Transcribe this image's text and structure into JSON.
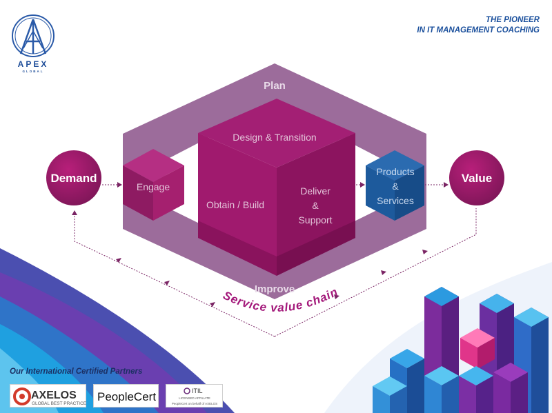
{
  "brand": {
    "name": "APEX",
    "sub": "GLOBAL",
    "tagline_line1": "THE PIONEER",
    "tagline_line2": "IN IT MANAGEMENT COACHING"
  },
  "diagram": {
    "plan": "Plan",
    "improve": "Improve",
    "demand": "Demand",
    "value": "Value",
    "engage": "Engage",
    "design_transition": "Design & Transition",
    "obtain_build": "Obtain / Build",
    "deliver_1": "Deliver",
    "deliver_2": "&",
    "deliver_3": "Support",
    "products_1": "Products",
    "products_2": "&",
    "products_3": "Services",
    "chain_label": "Service value chain"
  },
  "partners": {
    "title": "Our International Certified Partners",
    "axelos": "AXELOS",
    "axelos_sub": "GLOBAL BEST PRACTICE",
    "peoplecert": "PeopleCert",
    "itil": "ITIL",
    "itil_sub": "LICENSED AFFILIATE",
    "itil_foot": "PeopleCert on behalf of AXELOS"
  },
  "colors": {
    "primary_magenta": "#a0176a",
    "plan_band": "#9a6a99",
    "products_blue": "#1d5a9c",
    "brand_blue": "#1f4e99"
  }
}
